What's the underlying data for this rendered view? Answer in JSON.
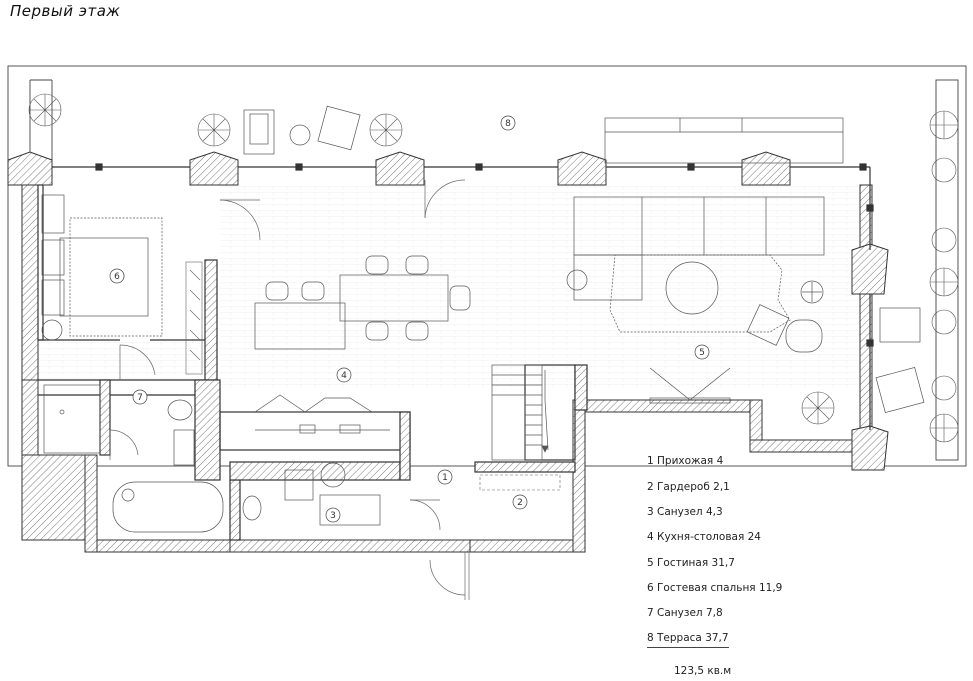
{
  "title": "Первый этаж",
  "room_numbers": [
    "1",
    "2",
    "3",
    "4",
    "5",
    "6",
    "7",
    "8"
  ],
  "legend": [
    {
      "num": "1",
      "label": "1 Прихожая 4"
    },
    {
      "num": "2",
      "label": "2 Гардероб 2,1"
    },
    {
      "num": "3",
      "label": "3 Санузел 4,3"
    },
    {
      "num": "4",
      "label": "4 Кухня-столовая 24"
    },
    {
      "num": "5",
      "label": "5 Гостиная 31,7"
    },
    {
      "num": "6",
      "label": "6 Гостевая спальня 11,9"
    },
    {
      "num": "7",
      "label": "7 Санузел 7,8"
    },
    {
      "num": "8",
      "label": "8 Терраса 37,7"
    }
  ],
  "total_area": "123,5 кв.м",
  "colors": {
    "line": "#333333",
    "light": "#bbbbbb",
    "hatch": "#555555"
  }
}
